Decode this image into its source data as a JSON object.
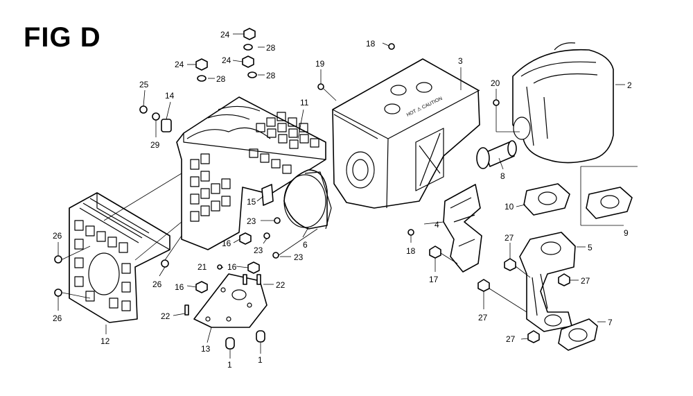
{
  "figure": {
    "title": "FIG D"
  },
  "callouts": [
    {
      "id": "c24a",
      "text": "24"
    },
    {
      "id": "c28a",
      "text": "28"
    },
    {
      "id": "c24b",
      "text": "24"
    },
    {
      "id": "c28b",
      "text": "28"
    },
    {
      "id": "c24c",
      "text": "24"
    },
    {
      "id": "c28c",
      "text": "28"
    },
    {
      "id": "c25",
      "text": "25"
    },
    {
      "id": "c14",
      "text": "14"
    },
    {
      "id": "c29",
      "text": "29"
    },
    {
      "id": "c11",
      "text": "11"
    },
    {
      "id": "c18a",
      "text": "18"
    },
    {
      "id": "c19",
      "text": "19"
    },
    {
      "id": "c3",
      "text": "3"
    },
    {
      "id": "c20",
      "text": "20"
    },
    {
      "id": "c2",
      "text": "2"
    },
    {
      "id": "c8",
      "text": "8"
    },
    {
      "id": "c15",
      "text": "15"
    },
    {
      "id": "c23a",
      "text": "23"
    },
    {
      "id": "c16a",
      "text": "16"
    },
    {
      "id": "c23b",
      "text": "23"
    },
    {
      "id": "c6",
      "text": "6"
    },
    {
      "id": "c23c",
      "text": "23"
    },
    {
      "id": "c4",
      "text": "4"
    },
    {
      "id": "c18b",
      "text": "18"
    },
    {
      "id": "c17",
      "text": "17"
    },
    {
      "id": "c10",
      "text": "10"
    },
    {
      "id": "c9",
      "text": "9"
    },
    {
      "id": "c5",
      "text": "5"
    },
    {
      "id": "c27a",
      "text": "27"
    },
    {
      "id": "c27b",
      "text": "27"
    },
    {
      "id": "c27c",
      "text": "27"
    },
    {
      "id": "c27d",
      "text": "27"
    },
    {
      "id": "c7",
      "text": "7"
    },
    {
      "id": "c26a",
      "text": "26"
    },
    {
      "id": "c26b",
      "text": "26"
    },
    {
      "id": "c26c",
      "text": "26"
    },
    {
      "id": "c12",
      "text": "12"
    },
    {
      "id": "c21",
      "text": "21"
    },
    {
      "id": "c16b",
      "text": "16"
    },
    {
      "id": "c22a",
      "text": "22"
    },
    {
      "id": "c16c",
      "text": "16"
    },
    {
      "id": "c22b",
      "text": "22"
    },
    {
      "id": "c13",
      "text": "13"
    },
    {
      "id": "c1a",
      "text": "1"
    },
    {
      "id": "c1b",
      "text": "1"
    }
  ],
  "engraving": "HOT  ⚠ CAUTION"
}
